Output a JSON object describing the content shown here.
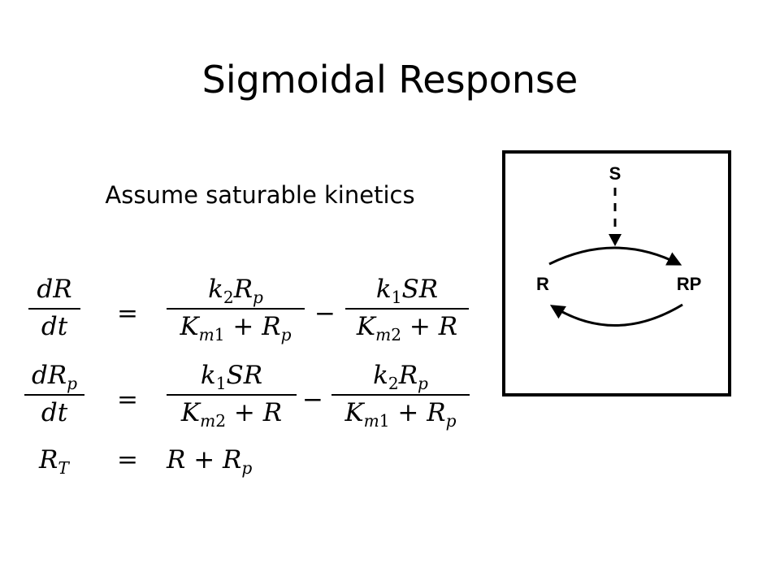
{
  "slide": {
    "title": "Sigmoidal Response",
    "subtitle": "Assume saturable kinetics"
  },
  "equations": {
    "eq1": {
      "lhs_num": "dR",
      "lhs_den": "dt",
      "rel": "=",
      "term1_num": "k₂R_p",
      "term1_den": "K_m1 + R_p",
      "op": "−",
      "term2_num": "k₁SR",
      "term2_den": "K_m2 + R"
    },
    "eq2": {
      "lhs_num": "dR_p",
      "lhs_den": "dt",
      "rel": "=",
      "term1_num": "k₁SR",
      "term1_den": "K_m2 + R",
      "op": "−",
      "term2_num": "k₂R_p",
      "term2_den": "K_m1 + R_p"
    },
    "eq3": {
      "lhs": "R_T",
      "rel": "=",
      "rhs": "R + R_p"
    }
  },
  "diagram": {
    "signal_label": "S",
    "left_label": "R",
    "right_label": "RP"
  }
}
